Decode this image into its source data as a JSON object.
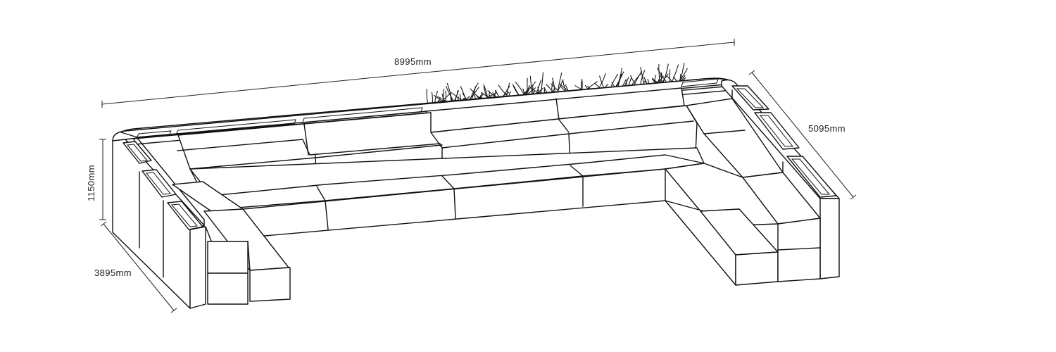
{
  "dimensions": {
    "length": "8995mm",
    "depth_right": "5095mm",
    "height": "1150mm",
    "depth_left": "3895mm"
  }
}
